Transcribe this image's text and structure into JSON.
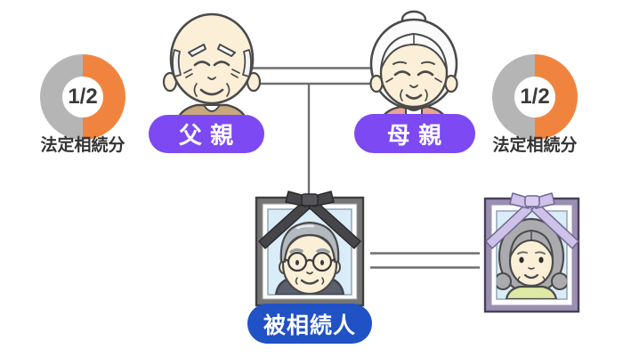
{
  "diagram_title": "",
  "badges": {
    "father": "父 親",
    "mother": "母 親",
    "decedent": "被相続人"
  },
  "shares": {
    "father": {
      "fraction": "1/2",
      "caption": "法定相続分",
      "value": 0.5
    },
    "mother": {
      "fraction": "1/2",
      "caption": "法定相続分",
      "value": 0.5
    }
  },
  "illustrations": {
    "father": "elderly-man-figure",
    "mother": "elderly-woman-figure",
    "decedent": "memorial-photo-man-black-ribbon",
    "decedent_spouse": "memorial-photo-woman-purple-ribbon"
  },
  "connections": {
    "parents_marriage": "double-line",
    "parents_to_decedent": "vertical-line",
    "decedent_marriage": "double-line"
  },
  "colors": {
    "badge_purple": "#7c49f2",
    "badge_blue": "#2052c5",
    "share_orange": "#f0843f",
    "share_gray": "#b5b5b5",
    "line_gray": "#6f6f6f",
    "mourning_ribbon_black": "#46464a",
    "mourning_ribbon_lavender": "#cec2e9",
    "skin": "#fcefd8",
    "photo_background": "#d9ecf7"
  }
}
